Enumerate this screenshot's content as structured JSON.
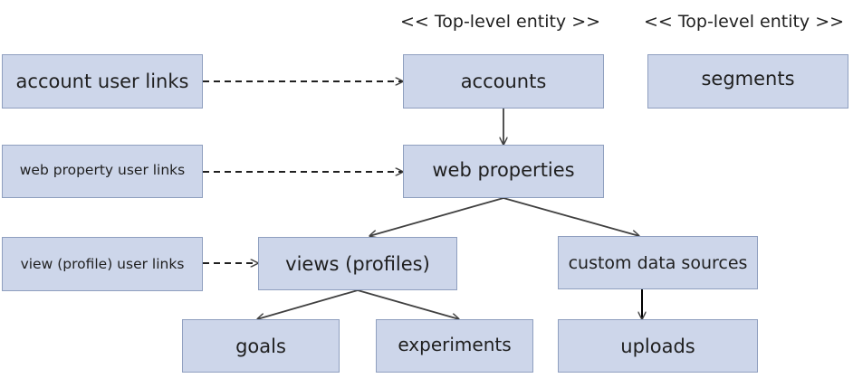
{
  "notes": {
    "accounts_stereotype": "<< Top-level entity >>",
    "segments_stereotype": "<< Top-level entity >>"
  },
  "nodes": {
    "account_user_links": "account user links",
    "accounts": "accounts",
    "segments": "segments",
    "web_property_user_links": "web property user links",
    "web_properties": "web properties",
    "view_profile_user_links": "view (profile) user links",
    "views_profiles": "views (profiles)",
    "custom_data_sources": "custom data sources",
    "goals": "goals",
    "experiments": "experiments",
    "uploads": "uploads"
  },
  "edges": [
    {
      "from": "account user links",
      "to": "accounts",
      "style": "dashed"
    },
    {
      "from": "web property user links",
      "to": "web properties",
      "style": "dashed"
    },
    {
      "from": "view (profile) user links",
      "to": "views (profiles)",
      "style": "dashed"
    },
    {
      "from": "accounts",
      "to": "web properties",
      "style": "solid"
    },
    {
      "from": "web properties",
      "to": "views (profiles)",
      "style": "solid"
    },
    {
      "from": "web properties",
      "to": "custom data sources",
      "style": "solid"
    },
    {
      "from": "views (profiles)",
      "to": "goals",
      "style": "solid"
    },
    {
      "from": "views (profiles)",
      "to": "experiments",
      "style": "solid"
    },
    {
      "from": "custom data sources",
      "to": "uploads",
      "style": "solid"
    }
  ],
  "colors": {
    "node_fill": "#cdd6ea",
    "node_border": "#8f9fbf",
    "text": "#1f1f1f",
    "edge": "#404040"
  }
}
